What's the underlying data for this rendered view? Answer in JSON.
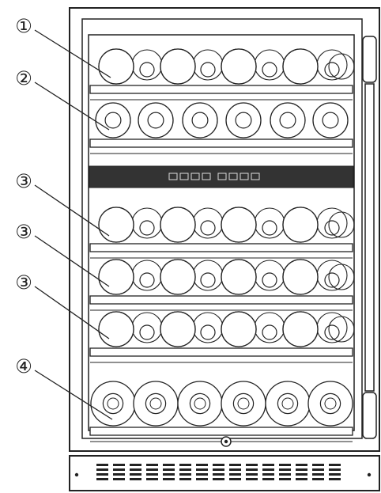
{
  "callouts": [
    {
      "label": "①",
      "target": "shelf-1"
    },
    {
      "label": "②",
      "target": "shelf-2"
    },
    {
      "label": "③",
      "target": "shelf-3"
    },
    {
      "label": "③",
      "target": "shelf-4"
    },
    {
      "label": "③",
      "target": "shelf-5"
    },
    {
      "label": "④",
      "target": "shelf-6"
    }
  ],
  "control_panel": {
    "button_count": 8
  },
  "vent": {
    "slot_count": 15
  },
  "colors": {
    "line": "#222222",
    "fill": "#ffffff",
    "panel": "#333333",
    "shelf": "#555555"
  }
}
